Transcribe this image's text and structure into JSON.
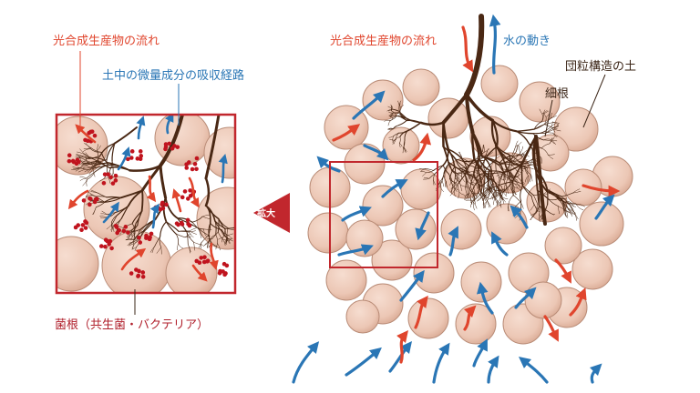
{
  "labels": {
    "photosynthate_left": "光合成生産物の流れ",
    "nutrient_path": "土中の微量成分の吸収経路",
    "mycorrhiza": "菌根（共生菌・バクテリア）",
    "photosynthate_right": "光合成生産物の流れ",
    "water_movement": "水の動き",
    "aggregate_soil": "団粒構造の土",
    "fine_root": "細根",
    "zoom": "拡大"
  },
  "colors": {
    "photosynthate": "#e0452d",
    "water": "#2a76b5",
    "root": "#4a2814",
    "aggregate_fill": "#ecc7b5",
    "aggregate_edge": "#b98c77",
    "frame": "#c1272d",
    "fungi": "#c0141e"
  }
}
